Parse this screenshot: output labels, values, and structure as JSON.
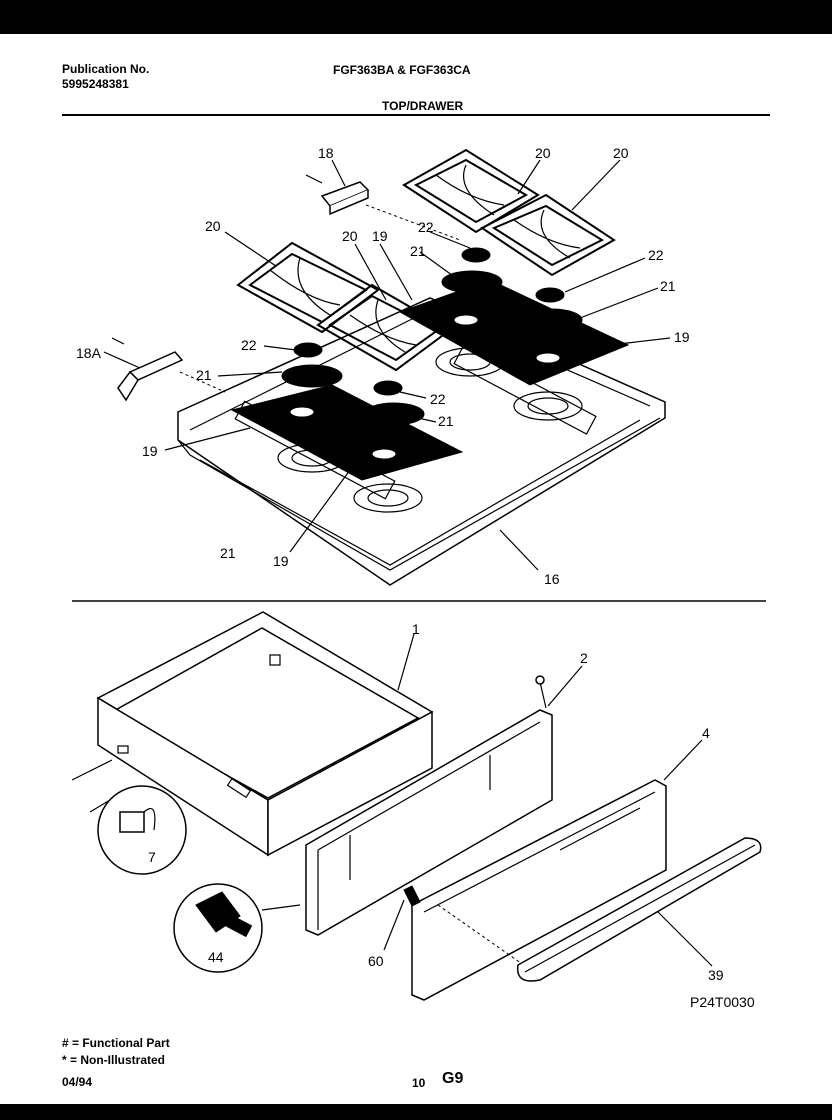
{
  "header": {
    "publication_label": "Publication No.",
    "publication_number": "5995248381",
    "models": "FGF363BA & FGF363CA",
    "section_title": "TOP/DRAWER"
  },
  "callouts": {
    "c1": "1",
    "c2": "2",
    "c4": "4",
    "c7": "7",
    "c16": "16",
    "c18": "18",
    "c18a": "18A",
    "c19": "19",
    "c20": "20",
    "c21": "21",
    "c22": "22",
    "c39": "39",
    "c44": "44",
    "c60": "60"
  },
  "figure_code": "P24T0030",
  "footer": {
    "legend_functional": "# = Functional Part",
    "legend_non_illustrated": "* = Non-Illustrated",
    "date": "04/94",
    "page_number": "10",
    "page_code": "G9"
  }
}
